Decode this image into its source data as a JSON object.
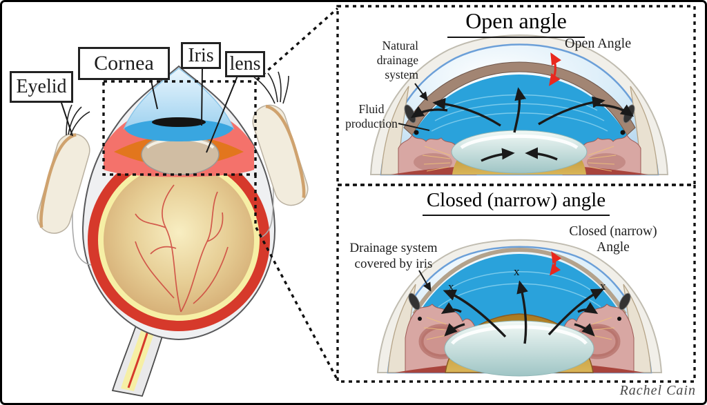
{
  "eye_labels": {
    "eyelid": "Eyelid",
    "cornea": "Cornea",
    "iris": "Iris",
    "lens": "lens"
  },
  "open_panel": {
    "title": "Open angle",
    "angle_label": "Open Angle",
    "drainage_lines": [
      "Natural",
      "drainage",
      "system"
    ],
    "fluid_lines": [
      "Fluid",
      "production"
    ]
  },
  "closed_panel": {
    "title": "Closed (narrow) angle",
    "angle_lines": [
      "Closed (narrow)",
      "Angle"
    ],
    "drainage_lines": [
      "Drainage system",
      "covered by iris"
    ],
    "blocked_marker": "x"
  },
  "signature": "Rachel Cain",
  "colors": {
    "aqueous_blue": "#2aa2db",
    "cornea_blue": "#a9cfec",
    "ciliary_pink": "#d8a7a3",
    "iris_brown": "#a28573",
    "lens_teal": "#bcd8d6",
    "golden_body": "#c08a2e",
    "retina_red": "#d6392b",
    "vitreous_tan": "#cb9a66",
    "arrow_black": "#1a1a1a",
    "angle_arrow_red": "#e8281e"
  }
}
